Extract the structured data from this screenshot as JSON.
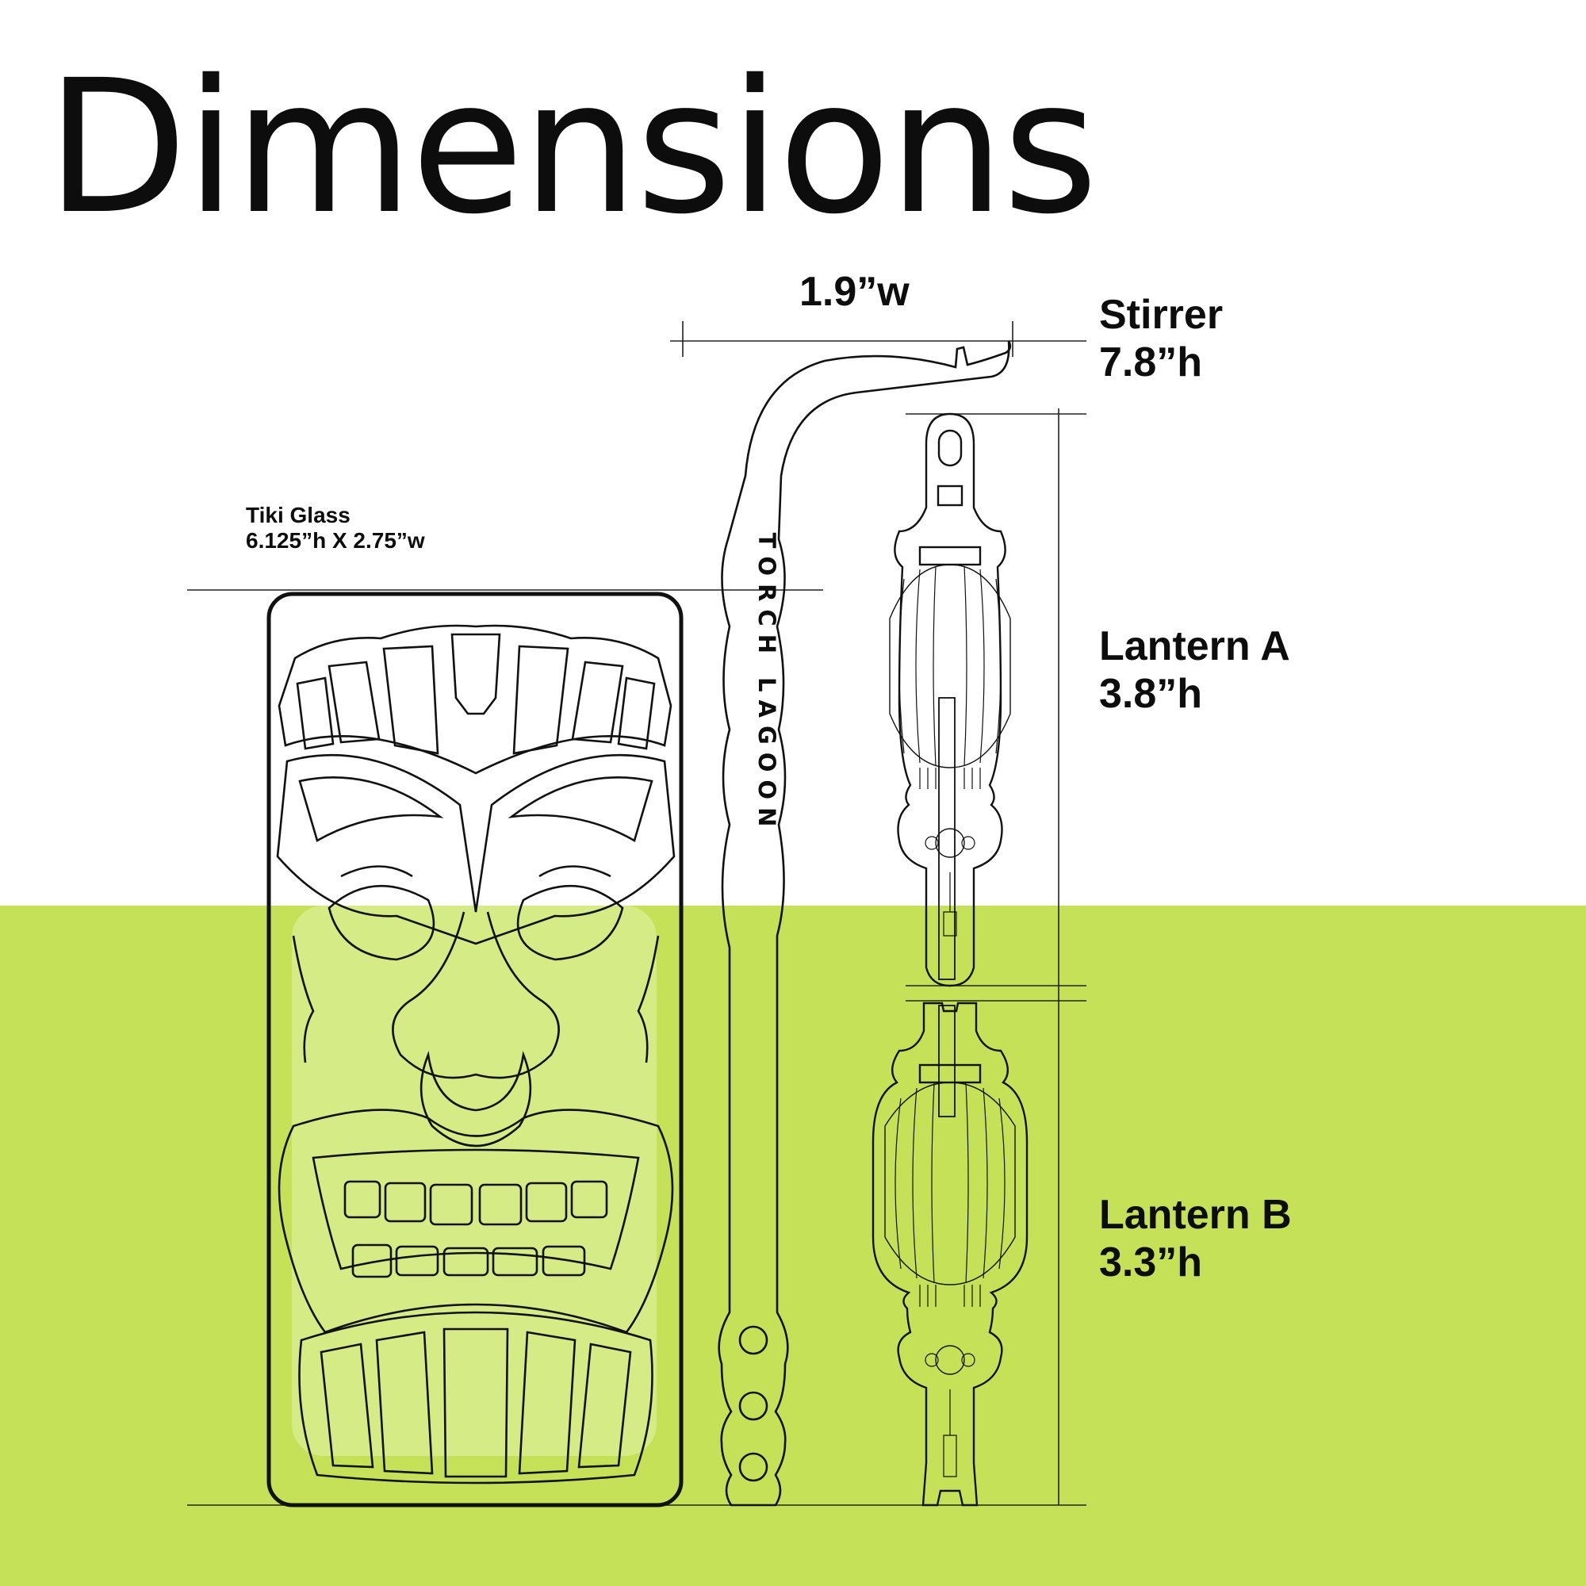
{
  "title": "Dimensions",
  "brand_text": "TORCH LAGOON",
  "stirrer_width": "1.9”w",
  "items": {
    "tiki_glass": {
      "name": "Tiki Glass",
      "dimension": "6.125”h X 2.75”w"
    },
    "stirrer": {
      "name": "Stirrer",
      "dimension": "7.8”h"
    },
    "lantern_a": {
      "name": "Lantern A",
      "dimension": "3.8”h"
    },
    "lantern_b": {
      "name": "Lantern B",
      "dimension": "3.3”h"
    }
  },
  "colors": {
    "background": "#ffffff",
    "band": "#c4e157",
    "line": "#111111",
    "liquid": "#dcef9a"
  }
}
